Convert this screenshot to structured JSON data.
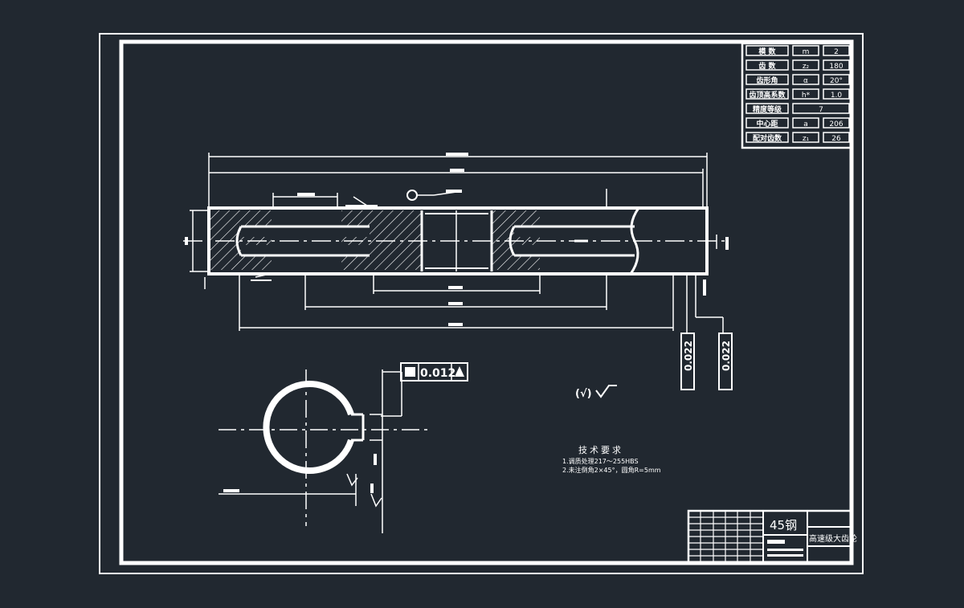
{
  "gear_parameters": [
    {
      "name": "模 数",
      "symbol": "m",
      "value": "2"
    },
    {
      "name": "齿 数",
      "symbol": "z₂",
      "value": "180"
    },
    {
      "name": "齿形角",
      "symbol": "α",
      "value": "20°"
    },
    {
      "name": "齿顶高系数",
      "symbol": "h*",
      "value": "1.0"
    },
    {
      "name": "精度等级",
      "symbol": "",
      "value": "7"
    },
    {
      "name": "中心距",
      "symbol": "a",
      "value": "206"
    },
    {
      "name": "配对齿数",
      "symbol": "z₁",
      "value": "26"
    }
  ],
  "tolerances": {
    "keyway_symmetry": "0.012",
    "runout_left": "0.022",
    "runout_right": "0.022"
  },
  "surface_finish_note": "(√)",
  "technical_requirements": {
    "heading": "技术要求",
    "items": [
      "1.调质处理217～255HBS",
      "2.未注倒角2×45°，圆角R=5mm"
    ]
  },
  "title_block": {
    "material": "45钢",
    "part_name": "高速级大齿轮"
  },
  "colors": {
    "background": "#212830",
    "lines": "#ffffff"
  }
}
